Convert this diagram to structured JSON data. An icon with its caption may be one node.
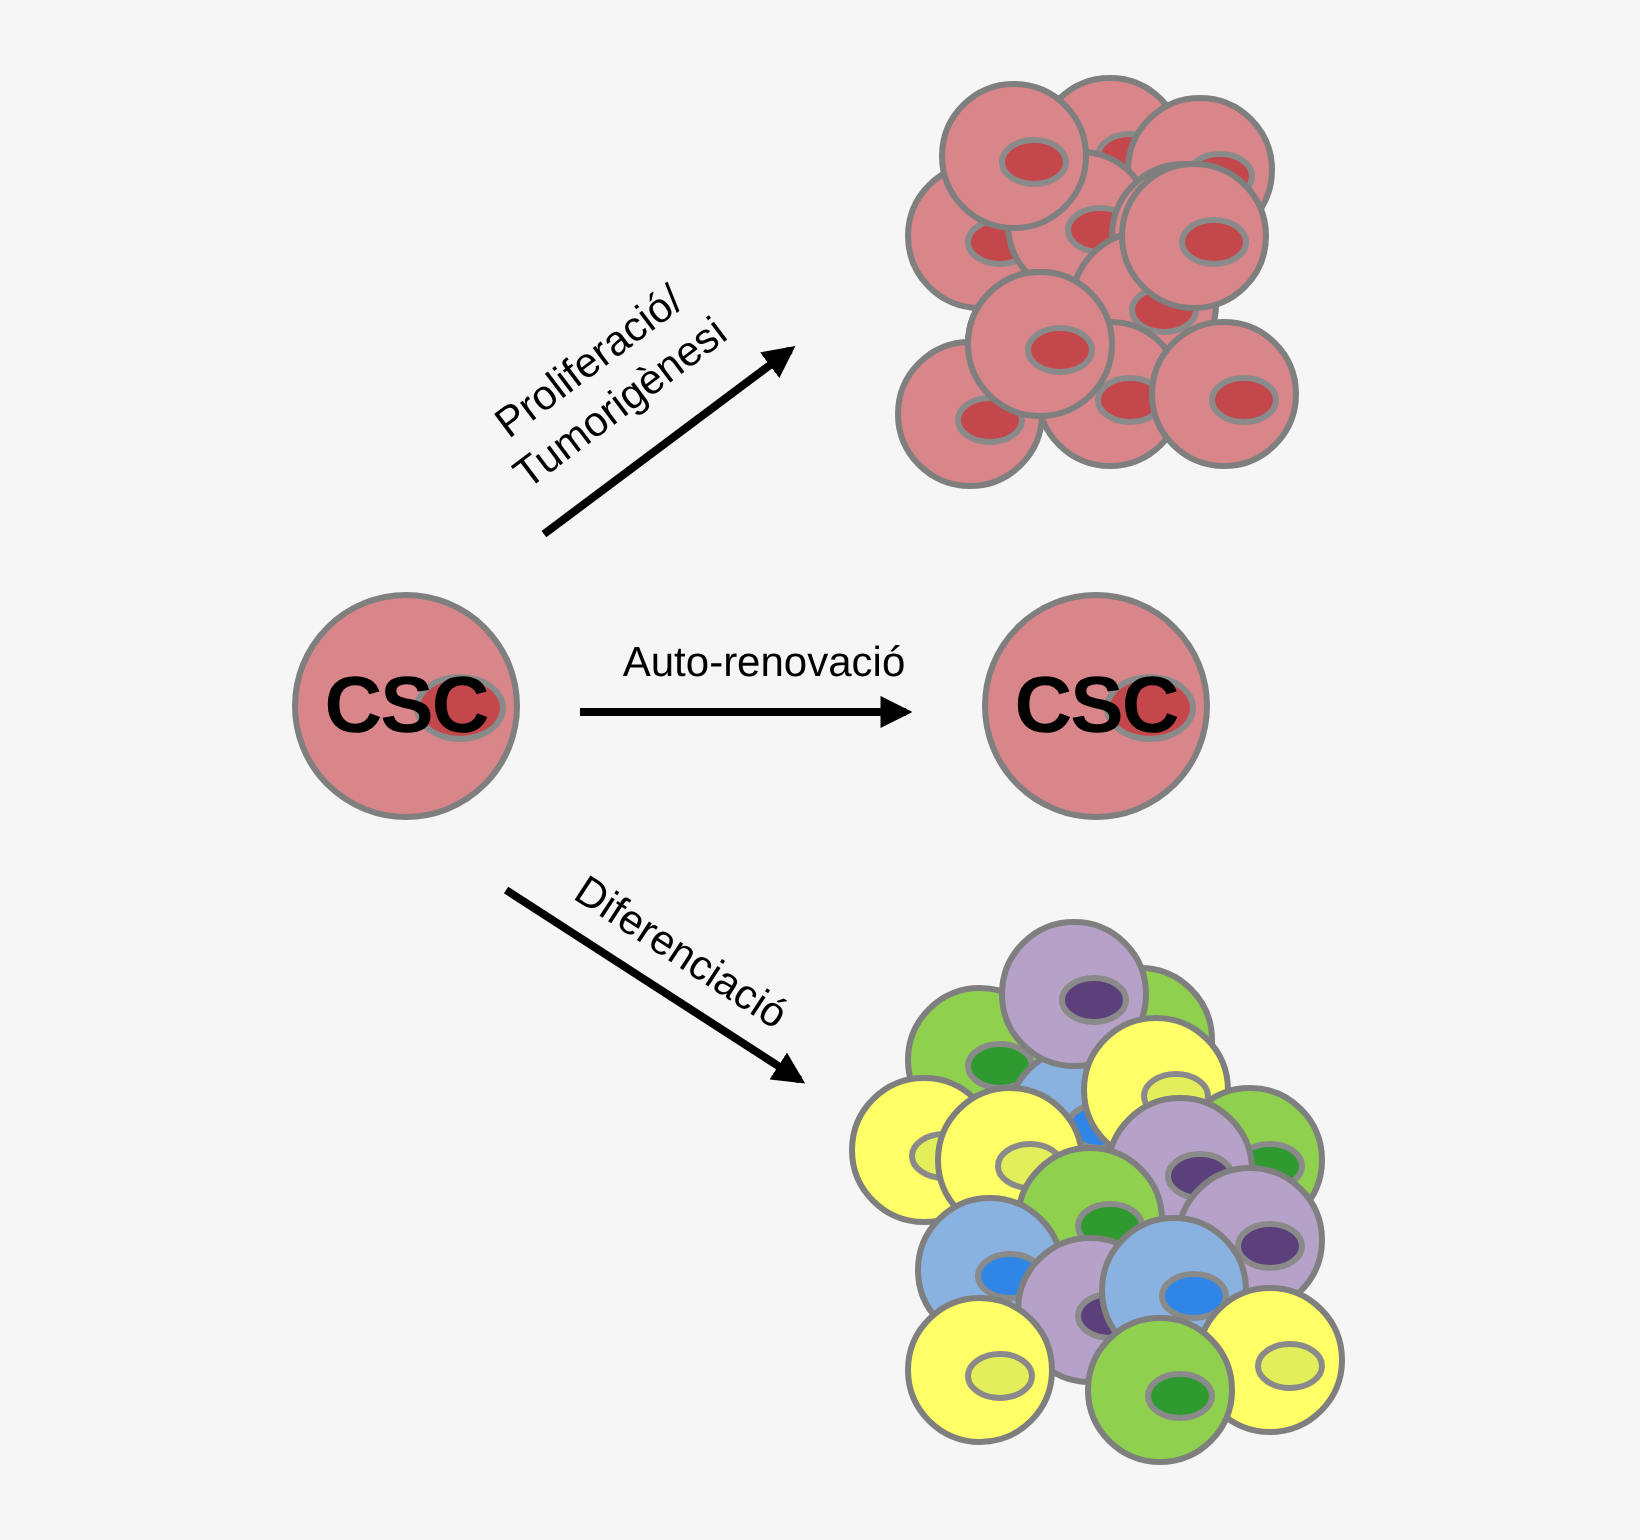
{
  "diagram": {
    "nodes": [
      {
        "text": [
          "CSC"
        ]
      },
      {
        "text": [
          "CSC"
        ]
      },
      {
        "text": [],
        "shape": "picture"
      },
      {
        "text": [],
        "shape": "picture"
      }
    ],
    "edges": [
      {
        "from": 0,
        "to": 2,
        "arrow": "to",
        "label": "Proliferació/ Tumorigènesi"
      },
      {
        "from": 0,
        "to": 1,
        "arrow": "to",
        "label": "Auto-renovació"
      },
      {
        "from": 0,
        "to": 3,
        "arrow": "to",
        "label": "Diferenciació"
      }
    ]
  }
}
